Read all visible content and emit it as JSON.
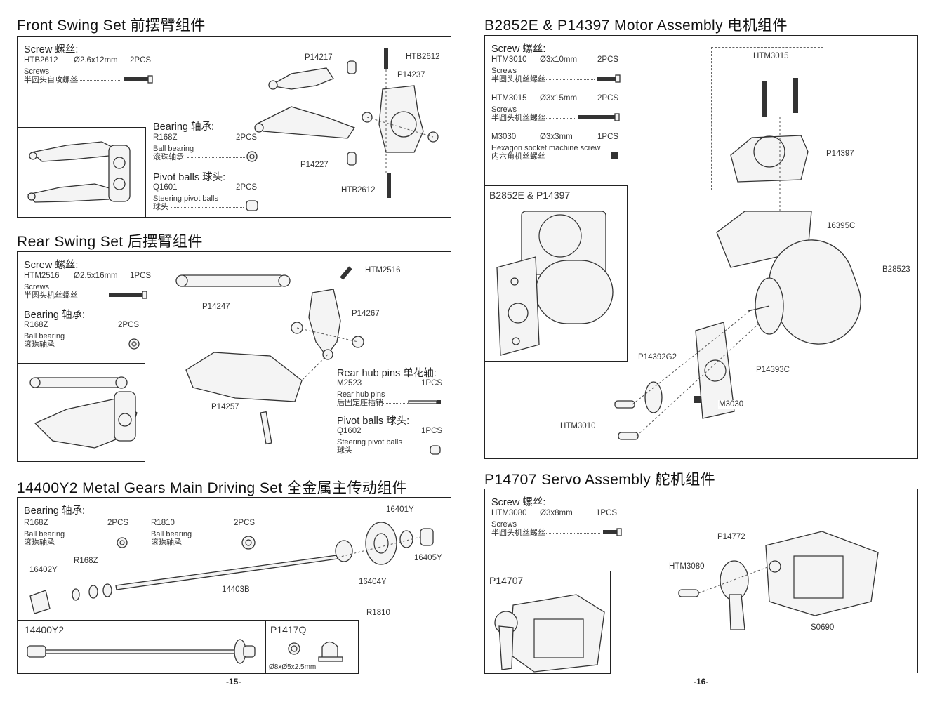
{
  "pages": {
    "left": "-15-",
    "right": "-16-"
  },
  "front_swing": {
    "title": "Front Swing Set 前摆臂组件",
    "screw": {
      "header": "Screw 螺丝:",
      "code": "HTB2612",
      "size": "Ø2.6x12mm",
      "qty": "2PCS",
      "en": "Screws",
      "cn": "半圆头自攻螺丝"
    },
    "bearing": {
      "header": "Bearing 轴承:",
      "code": "R168Z",
      "qty": "2PCS",
      "en": "Ball bearing",
      "cn": "滚珠轴承"
    },
    "pivot": {
      "header": "Pivot balls 球头:",
      "code": "Q1601",
      "qty": "2PCS",
      "en": "Steering pivot balls",
      "cn": "球头"
    },
    "labels": [
      "P14217",
      "HTB2612",
      "P14237",
      "P14227",
      "HTB2612"
    ]
  },
  "rear_swing": {
    "title": "Rear Swing Set 后摆臂组件",
    "screw": {
      "header": "Screw 螺丝:",
      "code": "HTM2516",
      "size": "Ø2.5x16mm",
      "qty": "1PCS",
      "en": "Screws",
      "cn": "半圆头机丝螺丝"
    },
    "bearing": {
      "header": "Bearing 轴承:",
      "code": "R168Z",
      "qty": "2PCS",
      "en": "Ball bearing",
      "cn": "滚珠轴承"
    },
    "hubpins": {
      "header": "Rear hub pins 单花轴:",
      "code": "M2523",
      "qty": "1PCS",
      "en": "Rear hub pins",
      "cn": "后固定座插销"
    },
    "pivot": {
      "header": "Pivot balls 球头:",
      "code": "Q1602",
      "qty": "1PCS",
      "en": "Steering pivot balls",
      "cn": "球头"
    },
    "labels": [
      "HTM2516",
      "P14247",
      "P14267",
      "P14257"
    ]
  },
  "gears": {
    "title": "14400Y2 Metal Gears Main Driving Set 全金属主传动组件",
    "bearing_header": "Bearing 轴承:",
    "b1": {
      "code": "R168Z",
      "qty": "2PCS",
      "en": "Ball bearing",
      "cn": "滚珠轴承"
    },
    "b2": {
      "code": "R1810",
      "qty": "2PCS",
      "en": "Ball bearing",
      "cn": "滚珠轴承"
    },
    "labels": [
      "16401Y",
      "16405Y",
      "16402Y",
      "R168Z",
      "14403B",
      "16404Y",
      "R1810"
    ],
    "assembly_label": "14400Y2",
    "p1417q": {
      "title": "P1417Q",
      "dims": "Ø8xØ5x2.5mm"
    }
  },
  "motor": {
    "title": "B2852E & P14397 Motor Assembly 电机组件",
    "header": "Screw 螺丝:",
    "screws": [
      {
        "code": "HTM3010",
        "size": "Ø3x10mm",
        "qty": "2PCS",
        "en": "Screws",
        "cn": "半圆头机丝螺丝"
      },
      {
        "code": "HTM3015",
        "size": "Ø3x15mm",
        "qty": "2PCS",
        "en": "Screws",
        "cn": "半圆头机丝螺丝"
      },
      {
        "code": "M3030",
        "size": "Ø3x3mm",
        "qty": "1PCS",
        "en": "Hexagon socket machine screw",
        "cn": "内六角机丝螺丝"
      }
    ],
    "inset_title": "B2852E & P14397",
    "labels": [
      "HTM3015",
      "P14397",
      "16395C",
      "B28523",
      "P14392G2",
      "P14393C",
      "M3030",
      "HTM3010"
    ]
  },
  "servo": {
    "title": "P14707 Servo Assembly 舵机组件",
    "screw": {
      "header": "Screw 螺丝:",
      "code": "HTM3080",
      "size": "Ø3x8mm",
      "qty": "1PCS",
      "en": "Screws",
      "cn": "半圆头机丝螺丝"
    },
    "inset_title": "P14707",
    "labels": [
      "P14772",
      "HTM3080",
      "S0690"
    ]
  }
}
